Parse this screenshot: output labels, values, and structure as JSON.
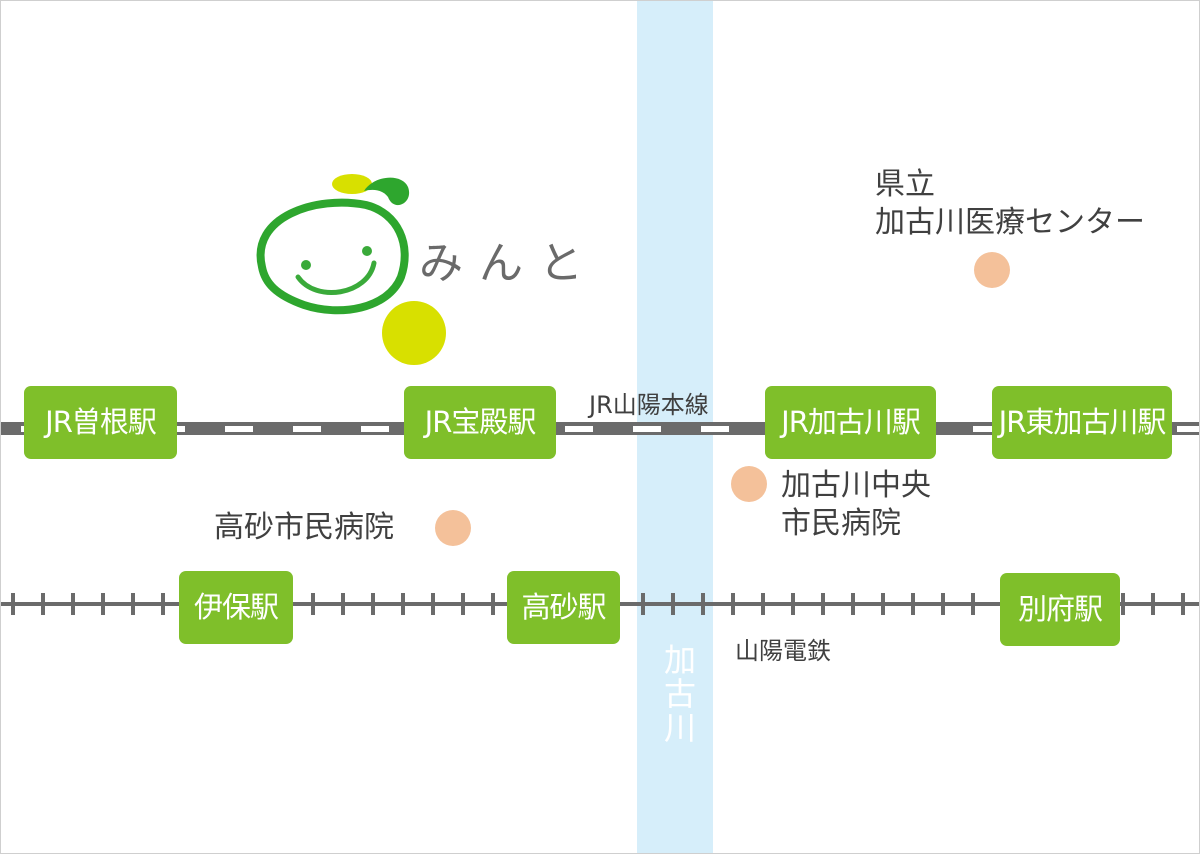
{
  "logo": {
    "text": "みんと",
    "colors": {
      "green": "#2ea62e",
      "yellow": "#d8e000",
      "face": "#3aaa3a"
    }
  },
  "river": {
    "label": "加古川",
    "color": "#d6eefa"
  },
  "railways": {
    "jr": {
      "label": "JR山陽本線",
      "color": "#6b6b6b"
    },
    "sanyo": {
      "label": "山陽電鉄",
      "color": "#6b6b6b"
    }
  },
  "stations": {
    "jr_sone": "JR曽根駅",
    "jr_hoden": "JR宝殿駅",
    "jr_kakogawa": "JR加古川駅",
    "jr_higashikakogawa": "JR東加古川駅",
    "iho": "伊保駅",
    "takasago": "高砂駅",
    "befu": "別府駅",
    "color": "#7fbf2a"
  },
  "hospitals": {
    "prefectural": "県立\n加古川医療センター",
    "takasago_city": "高砂市民病院",
    "kakogawa_central": "加古川中央\n市民病院",
    "dot_color": "#f4c19a"
  }
}
